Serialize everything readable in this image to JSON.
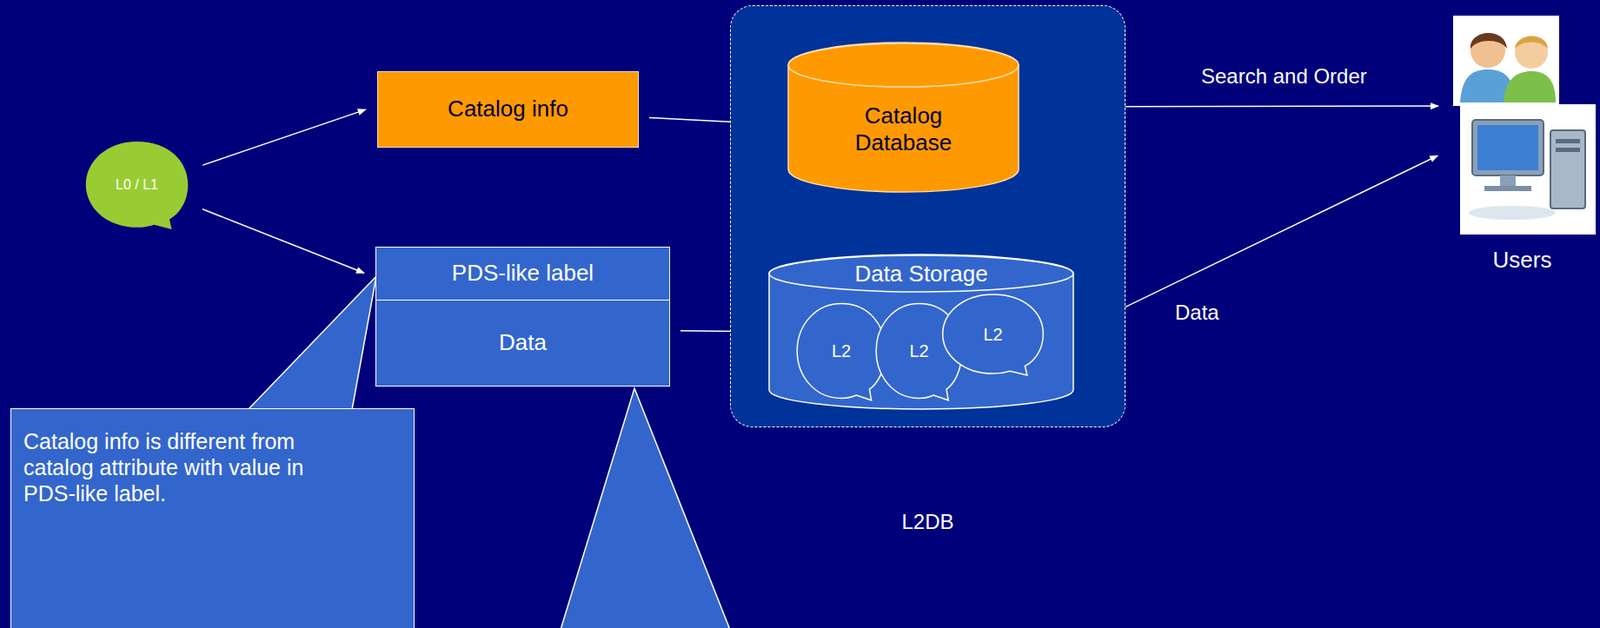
{
  "diagram": {
    "nodes": [
      {
        "text": [
          "L0 / L1"
        ]
      },
      {
        "text": [
          "Catalog info"
        ]
      },
      {
        "text": [
          "PDS-like label",
          "Data"
        ]
      },
      {
        "text": [
          "L2DB"
        ]
      },
      {
        "text": [
          "Catalog Database"
        ],
        "in": 3
      },
      {
        "text": [
          "Data Storage"
        ],
        "in": 3
      },
      {
        "text": [
          "L2"
        ],
        "in": 5
      },
      {
        "text": [
          "L2"
        ],
        "in": 5
      },
      {
        "text": [
          "L2"
        ],
        "in": 5
      },
      {
        "text": [
          "Users"
        ]
      },
      {
        "text": [
          "Catalog info is different from catalog attribute with value in PDS-like label."
        ]
      }
    ],
    "edges": [
      {
        "from": 0,
        "to": 1,
        "arrow": "to"
      },
      {
        "from": 0,
        "to": 2,
        "arrow": "to"
      },
      {
        "from": 1,
        "to": 4,
        "arrow": "to"
      },
      {
        "from": 2,
        "to": 5,
        "arrow": "to"
      },
      {
        "from": 4,
        "to": 5,
        "arrow": "none"
      },
      {
        "from": 4,
        "to": 9,
        "label": "Search and Order",
        "arrow": "both"
      },
      {
        "from": 5,
        "to": 9,
        "label": "Data",
        "arrow": "to"
      }
    ]
  }
}
